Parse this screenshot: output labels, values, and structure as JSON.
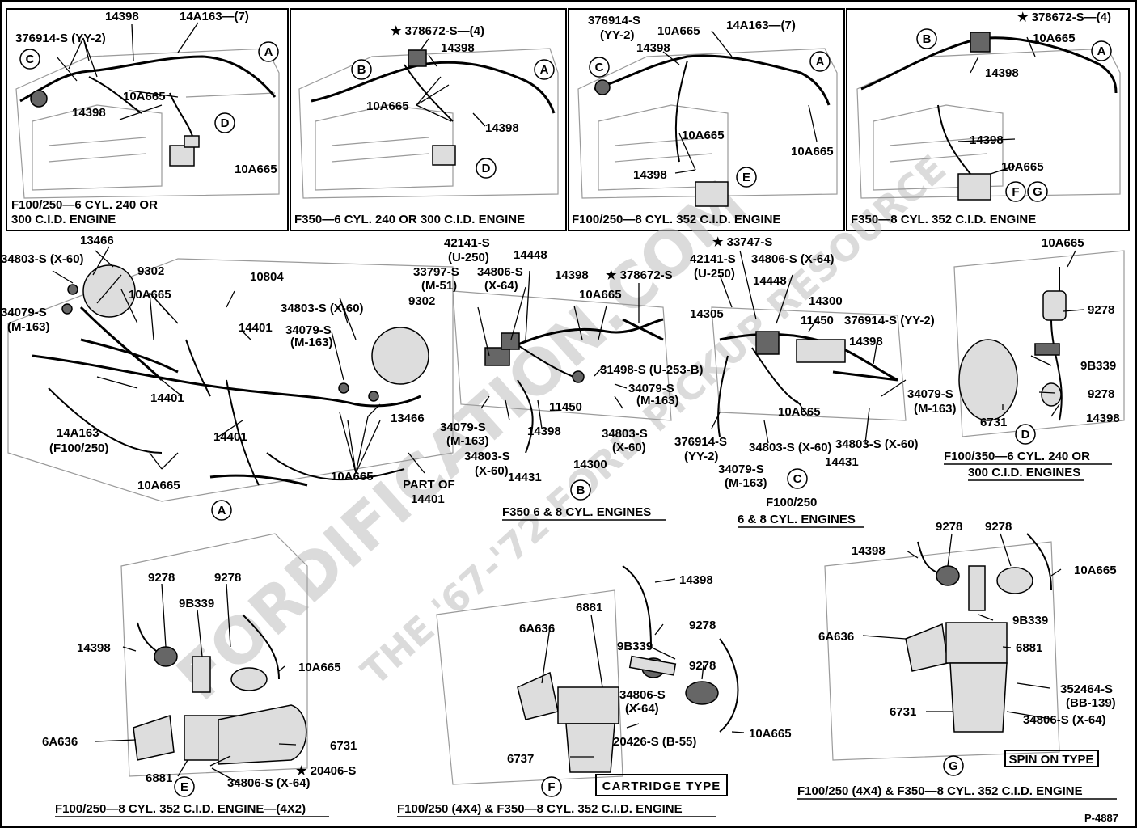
{
  "watermark": {
    "brand": "FORDIFICATION.COM",
    "tagline": "THE '67-'72 FORD PICKUP RESOURCE"
  },
  "figure_id": "P-4887",
  "panels": {
    "p1": {
      "caption": [
        "F100/250—6 CYL. 240 OR",
        "300 C.I.D. ENGINE"
      ],
      "labels": [
        "14398",
        "14A163—(7)",
        "376914-S (YY-2)",
        "10A665",
        "14398",
        "10A665"
      ],
      "circles": [
        "C",
        "A",
        "D"
      ]
    },
    "p2": {
      "caption": [
        "F350—6 CYL. 240 OR 300 C.I.D. ENGINE"
      ],
      "labels": [
        "★ 378672-S—(4)",
        "14398",
        "10A665",
        "14398"
      ],
      "circles": [
        "B",
        "A",
        "D"
      ]
    },
    "p3": {
      "caption": [
        "F100/250—8 CYL. 352 C.I.D. ENGINE"
      ],
      "labels": [
        "376914-S",
        "(YY-2)",
        "10A665",
        "14A163—(7)",
        "14398",
        "10A665",
        "14398",
        "10A665"
      ],
      "circles": [
        "C",
        "A",
        "E"
      ]
    },
    "p4": {
      "caption": [
        "F350—8 CYL. 352 C.I.D. ENGINE"
      ],
      "labels": [
        "★ 378672-S—(4)",
        "10A665",
        "14398",
        "14398",
        "10A665"
      ],
      "circles": [
        "B",
        "A",
        "F",
        "G"
      ]
    }
  },
  "detail_a": {
    "labels": [
      "13466",
      "34803-S (X-60)",
      "9302",
      "10A665",
      "34079-S",
      "(M-163)",
      "10804",
      "14401",
      "34803-S (X-60)",
      "34079-S",
      "(M-163)",
      "9302",
      "14401",
      "14A163",
      "(F100/250)",
      "14401",
      "13466",
      "10A665",
      "10A665",
      "PART OF",
      "14401"
    ],
    "circle": "A"
  },
  "detail_b": {
    "labels": [
      "42141-S",
      "(U-250)",
      "33797-S",
      "(M-51)",
      "34806-S",
      "(X-64)",
      "14448",
      "14398",
      "10A665",
      "★ 378672-S",
      "31498-S (U-253-B)",
      "34079-S",
      "(M-163)",
      "11450",
      "34079-S",
      "(M-163)",
      "34803-S",
      "(X-60)",
      "14398",
      "34803-S",
      "(X-60)",
      "14431",
      "14300"
    ],
    "circle": "B",
    "caption": "F350 6 & 8 CYL. ENGINES"
  },
  "detail_c": {
    "labels": [
      "★ 33747-S",
      "42141-S",
      "(U-250)",
      "34806-S (X-64)",
      "14448",
      "14305",
      "14300",
      "11450",
      "376914-S (YY-2)",
      "14398",
      "34079-S",
      "(M-163)",
      "10A665",
      "376914-S",
      "(YY-2)",
      "34803-S (X-60)",
      "34803-S (X-60)",
      "14431",
      "34079-S",
      "(M-163)"
    ],
    "circle": "C",
    "caption": [
      "F100/250",
      "6 & 8 CYL. ENGINES"
    ]
  },
  "detail_d": {
    "labels": [
      "10A665",
      "9278",
      "9B339",
      "9278",
      "14398",
      "6731"
    ],
    "circle": "D",
    "caption": [
      "F100/350—6 CYL. 240 OR",
      "300 C.I.D. ENGINES"
    ]
  },
  "detail_e": {
    "labels": [
      "9278",
      "9278",
      "9B339",
      "14398",
      "10A665",
      "6A636",
      "6731",
      "★ 20406-S",
      "6881",
      "34806-S (X-64)"
    ],
    "circle": "E",
    "caption": "F100/250—8 CYL. 352 C.I.D. ENGINE—(4X2)"
  },
  "detail_f": {
    "labels": [
      "14398",
      "6881",
      "6A636",
      "9278",
      "9B339",
      "9278",
      "34806-S",
      "(X-64)",
      "20426-S (B-55)",
      "6737",
      "10A665"
    ],
    "circle": "F",
    "type_box": "CARTRIDGE TYPE",
    "caption": "F100/250 (4X4) & F350—8 CYL. 352 C.I.D. ENGINE"
  },
  "detail_g": {
    "labels": [
      "9278",
      "9278",
      "14398",
      "10A665",
      "6A636",
      "9B339",
      "6881",
      "352464-S",
      "(BB-139)",
      "6731",
      "34806-S (X-64)"
    ],
    "circle": "G",
    "type_box": "SPIN ON TYPE",
    "caption": "F100/250 (4X4) & F350—8 CYL. 352 C.I.D. ENGINE"
  }
}
